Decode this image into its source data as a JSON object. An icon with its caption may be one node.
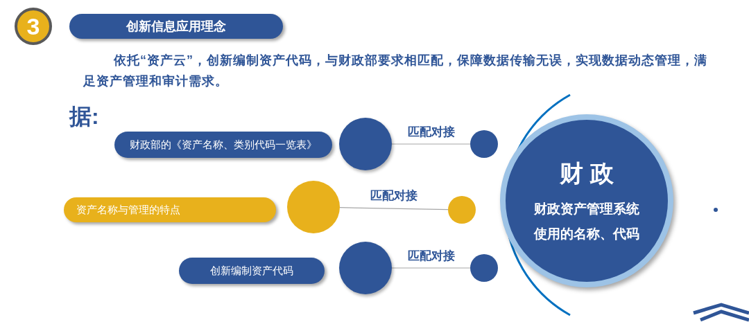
{
  "diagram": {
    "nodes": [
      {
        "text": [
          "3"
        ]
      },
      {
        "text": [
          "创新信息应用理念"
        ]
      },
      {
        "text": [
          "财政部的《资产名称、类别代码一览表》"
        ]
      },
      {
        "text": [],
        "shape": "circle"
      },
      {
        "text": [],
        "shape": "circle"
      },
      {
        "text": [
          "资产名称与管理的特点"
        ]
      },
      {
        "text": [],
        "shape": "circle"
      },
      {
        "text": [],
        "shape": "circle"
      },
      {
        "text": [
          "创新编制资产代码"
        ]
      },
      {
        "text": [],
        "shape": "circle"
      },
      {
        "text": [],
        "shape": "circle"
      },
      {
        "text": [
          "财 政",
          "财政资产管理系统使用的名称、代码"
        ]
      }
    ],
    "edges": [
      {
        "from": 3,
        "to": 4,
        "arrow": "none",
        "label": "匹配对接"
      },
      {
        "from": 6,
        "to": 7,
        "arrow": "none",
        "label": "匹配对接"
      },
      {
        "from": 9,
        "to": 10,
        "arrow": "none",
        "label": "匹配对接"
      }
    ],
    "labels": [
      "依托“资产云”，创新编制资产代码，与财政部要求相匹配，保障数据传输无误，实现数据动态管理，满足资产管理和审计需求。",
      "据:"
    ]
  }
}
